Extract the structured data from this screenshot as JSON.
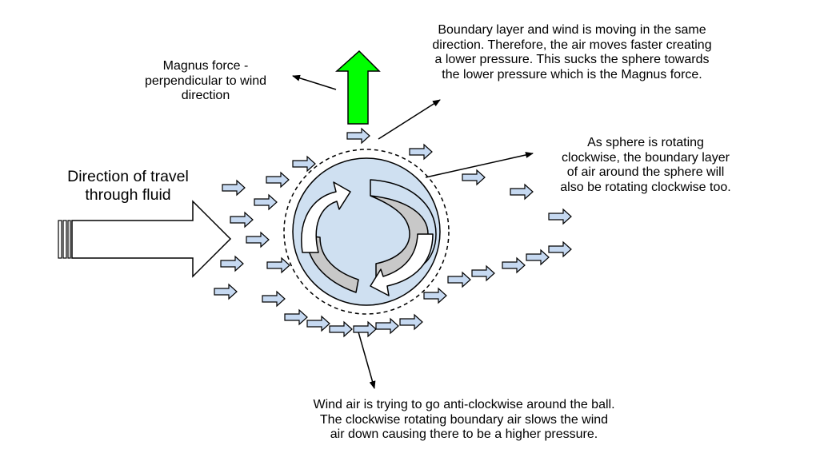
{
  "colors": {
    "ball_fill": "#cfe0f1",
    "wind_arrow_fill": "#c6d9f1",
    "rotation_arrow_white": "#ffffff",
    "rotation_arrow_grey": "#c8c8c8",
    "magnus_arrow_fill": "#00ff00",
    "stroke": "#000000"
  },
  "icons": {
    "magnus_force": "up-arrow-green",
    "travel_direction": "right-block-arrow-hollow",
    "wind": "small-right-block-arrow",
    "rotation": "curved-clockwise-arrows"
  },
  "labels": {
    "magnus_force": [
      "Magnus force -",
      "perpendicular to wind",
      "direction"
    ],
    "boundary_same_direction": [
      "Boundary layer and wind is moving in the same",
      "direction. Therefore, the air moves faster creating",
      "a lower pressure. This sucks the sphere towards",
      "the lower pressure which is the Magnus force."
    ],
    "sphere_rotating": [
      "As sphere is rotating",
      "clockwise, the boundary layer",
      "of air around the sphere will",
      "also be rotating clockwise too."
    ],
    "direction_of_travel": [
      "Direction of travel",
      "through fluid"
    ],
    "wind_anticlockwise": [
      "Wind air is trying to go anti-clockwise around the ball.",
      "The clockwise rotating boundary air slows the wind",
      "air down causing there to be a higher pressure."
    ]
  }
}
